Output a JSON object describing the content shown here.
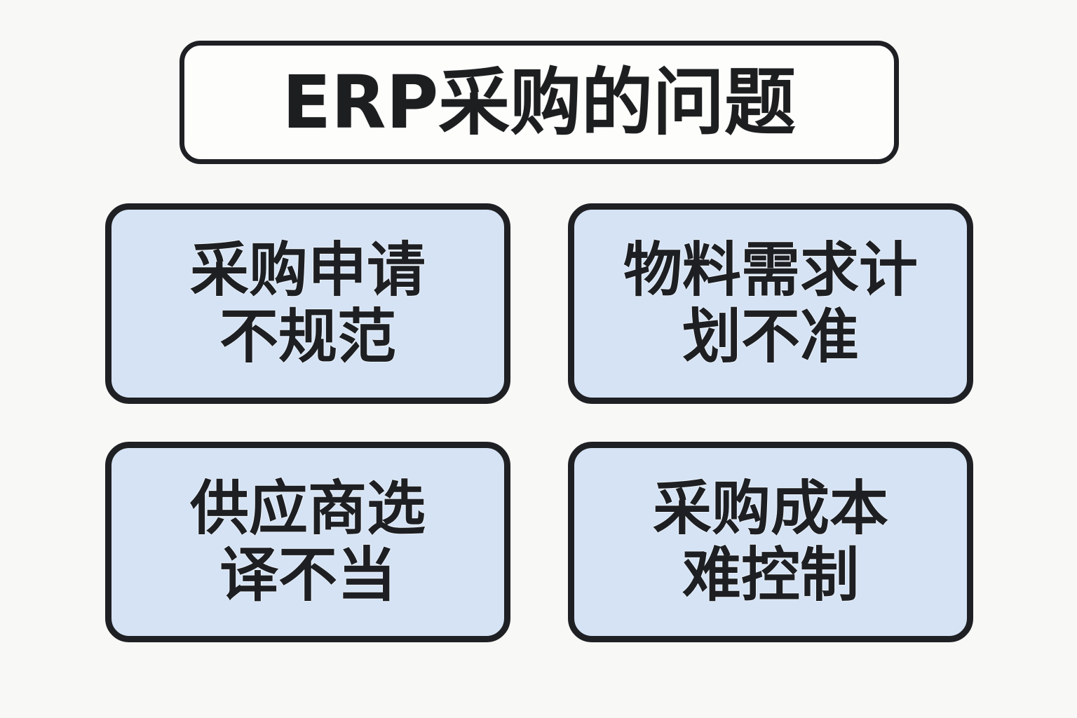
{
  "page": {
    "background_color": "#f8f8f6",
    "title_card": {
      "text": "ERP采购的问题",
      "background_color": "#fdfdfc",
      "border_color": "#1f2023",
      "text_color": "#1d1e20"
    },
    "card_style": {
      "fill_color": "#d5e3f5",
      "border_color": "#1f2023",
      "text_color": "#1d1f22"
    },
    "cards": [
      {
        "id": "purchase-request-nonstandard",
        "line1": "采购申请",
        "line2": "不规范"
      },
      {
        "id": "material-requirement-plan-inaccurate",
        "line1": "物料需求计",
        "line2": "划不准"
      },
      {
        "id": "supplier-selection-improper",
        "line1": "供应商选",
        "line2": "译不当"
      },
      {
        "id": "purchase-cost-hard-to-control",
        "line1": "采购成本",
        "line2": "难控制"
      }
    ]
  }
}
